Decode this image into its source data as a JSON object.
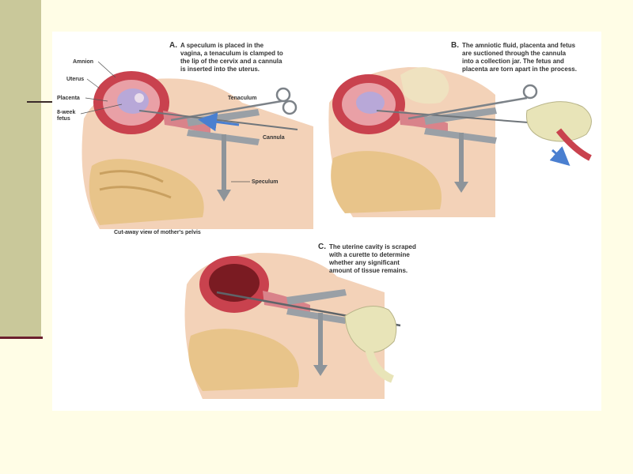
{
  "slide": {
    "colors": {
      "background": "#fffde6",
      "sidebar": "#c9c89a",
      "accent_rule": "#6b1f2e",
      "tissue_pink": "#d9838a",
      "uterus_red": "#b8343e",
      "instrument": "#9aa0a6",
      "arrow_blue": "#4a7fd0",
      "glove": "#e8e4b8"
    }
  },
  "figure": {
    "panel_a": {
      "letter": "A.",
      "caption_lines": [
        "A speculum is placed in the",
        "vagina, a tenaculum is clamped to",
        "the lip of the cervix and a cannula",
        "is inserted into the uterus."
      ],
      "labels": {
        "amnion": "Amnion",
        "uterus": "Uterus",
        "placenta": "Placenta",
        "fetus_line1": "8-week",
        "fetus_line2": "fetus",
        "tenaculum": "Tenaculum",
        "cannula": "Cannula",
        "speculum": "Speculum"
      },
      "footnote": "Cut-away view of mother's pelvis"
    },
    "panel_b": {
      "letter": "B.",
      "caption_lines": [
        "The amniotic fluid, placenta and fetus",
        "are suctioned through the cannula",
        "into a collection jar. The fetus and",
        "placenta are torn apart in the process."
      ]
    },
    "panel_c": {
      "letter": "C.",
      "caption_lines": [
        "The uterine cavity is scraped",
        "with a curette to determine",
        "whether any significant",
        "amount of tissue remains."
      ]
    }
  }
}
